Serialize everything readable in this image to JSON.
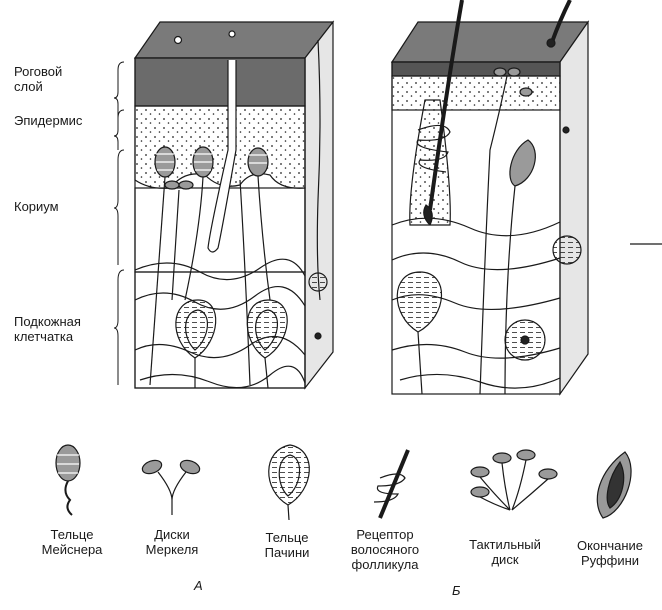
{
  "layers": {
    "stratum_corneum": "Роговой\nслой",
    "epidermis": "Эпидермис",
    "corium": "Кориум",
    "subcutaneous": "Подкожная\nклетчатка"
  },
  "receptors": {
    "meissner": "Тельце\nМейснера",
    "merkel": "Диски\nМеркеля",
    "pacini": "Тельце\nПачини",
    "hair_follicle": "Рецептор\nволосяного\nфолликула",
    "tactile_disc": "Тактильный\nдиск",
    "ruffini": "Окончание\nРуффини"
  },
  "panels": {
    "a": "А",
    "b": "Б"
  },
  "colors": {
    "line": "#1a1a1a",
    "stratum": "#6b6b6b",
    "dark": "#333333",
    "dermis_shade": "#cfcfcf"
  }
}
